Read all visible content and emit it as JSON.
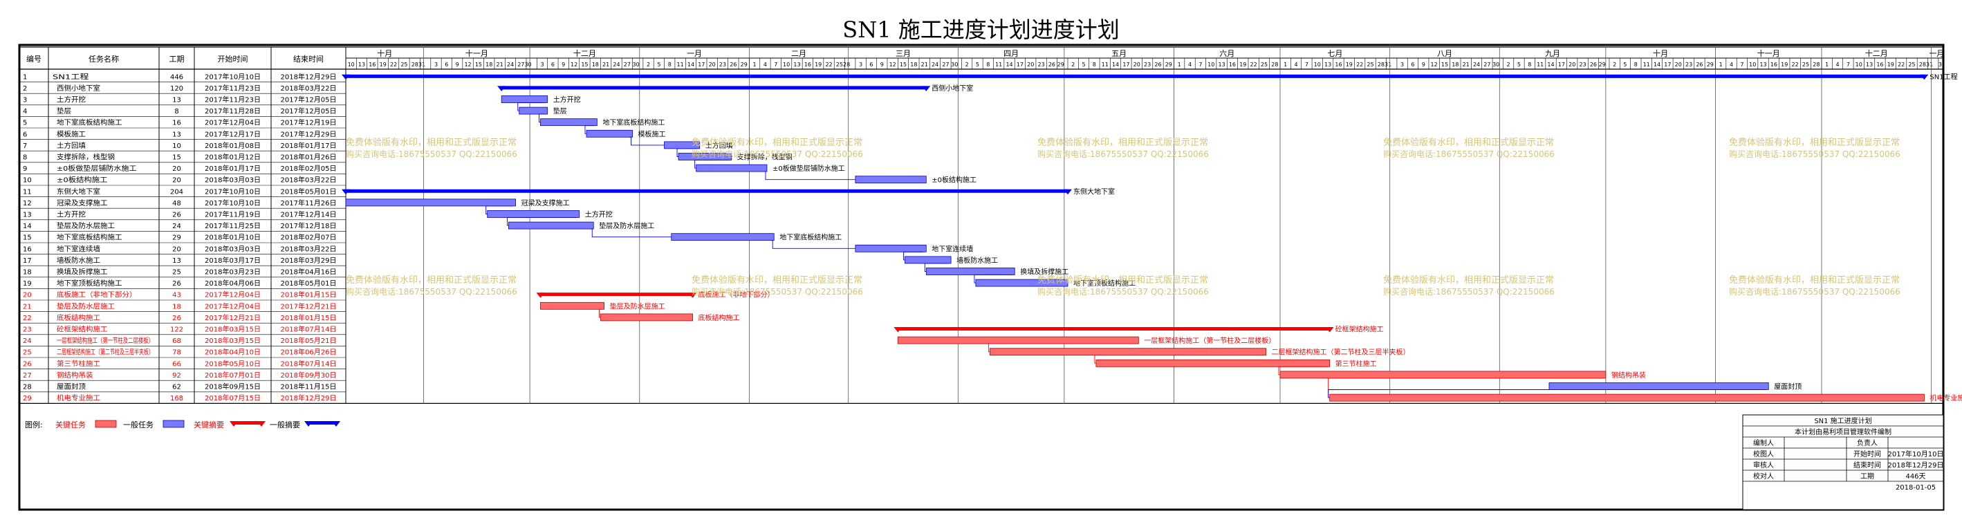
{
  "title": "SN1 施工进度计划进度计划",
  "colors": {
    "critical": "#ff6a6a",
    "normal": "#7a7aff",
    "summary": "#0000ff",
    "critical_summary": "#ff0000",
    "critical_text": "#ff0000",
    "watermark": "#d7c47a"
  },
  "table_headers": [
    "编号",
    "任务名称",
    "工期",
    "开始时间",
    "结束时间"
  ],
  "timeline": {
    "months": [
      "十月",
      "十一月",
      "十二月",
      "一月",
      "二月",
      "三月",
      "四月",
      "五月",
      "六月",
      "七月",
      "八月",
      "九月",
      "十月",
      "十一月",
      "十二月",
      "一月"
    ],
    "day_labels": [
      [
        "10",
        "13",
        "16",
        "19",
        "22",
        "25",
        "28",
        "31"
      ],
      [
        "3",
        "6",
        "9",
        "12",
        "15",
        "18",
        "21",
        "24",
        "27",
        "30"
      ],
      [
        "3",
        "6",
        "9",
        "12",
        "15",
        "18",
        "21",
        "24",
        "27",
        "30"
      ],
      [
        "2",
        "5",
        "8",
        "11",
        "14",
        "17",
        "20",
        "23",
        "26",
        "29"
      ],
      [
        "1",
        "4",
        "7",
        "10",
        "13",
        "16",
        "19",
        "22",
        "25",
        "28"
      ],
      [
        "3",
        "6",
        "9",
        "12",
        "15",
        "18",
        "21",
        "24",
        "27",
        "30"
      ],
      [
        "2",
        "5",
        "8",
        "11",
        "14",
        "17",
        "20",
        "23",
        "26",
        "29"
      ],
      [
        "2",
        "5",
        "8",
        "11",
        "14",
        "17",
        "20",
        "23",
        "26",
        "29"
      ],
      [
        "1",
        "4",
        "7",
        "10",
        "13",
        "16",
        "19",
        "22",
        "25",
        "28"
      ],
      [
        "1",
        "4",
        "7",
        "10",
        "13",
        "16",
        "19",
        "22",
        "25",
        "28",
        "31"
      ],
      [
        "3",
        "6",
        "9",
        "12",
        "15",
        "18",
        "21",
        "24",
        "27",
        "30"
      ],
      [
        "2",
        "5",
        "8",
        "11",
        "14",
        "17",
        "20",
        "23",
        "26",
        "29"
      ],
      [
        "2",
        "5",
        "8",
        "11",
        "14",
        "17",
        "20",
        "23",
        "26",
        "29"
      ],
      [
        "1",
        "4",
        "7",
        "10",
        "13",
        "16",
        "19",
        "22",
        "25",
        "28"
      ],
      [
        "1",
        "4",
        "7",
        "10",
        "13",
        "16",
        "19",
        "22",
        "25",
        "28",
        "31"
      ],
      [
        "3"
      ]
    ]
  },
  "chart_data": {
    "type": "gantt",
    "tasks": [
      {
        "id": "1",
        "name": "SN1工程",
        "duration": "446",
        "start": "2017年10月10日",
        "end": "2018年12月29日",
        "kind": "summary",
        "critical": false,
        "label": "SN1工程"
      },
      {
        "id": "2",
        "name": "西侧小地下室",
        "duration": "120",
        "start": "2017年11月23日",
        "end": "2018年03月22日",
        "kind": "summary",
        "critical": false,
        "label": "西侧小地下室"
      },
      {
        "id": "3",
        "name": "土方开挖",
        "duration": "13",
        "start": "2017年11月23日",
        "end": "2017年12月05日",
        "kind": "task",
        "critical": false,
        "label": "土方开挖"
      },
      {
        "id": "4",
        "name": "垫层",
        "duration": "8",
        "start": "2017年11月28日",
        "end": "2017年12月05日",
        "kind": "task",
        "critical": false,
        "label": "垫层"
      },
      {
        "id": "5",
        "name": "地下室底板结构施工",
        "duration": "16",
        "start": "2017年12月04日",
        "end": "2017年12月19日",
        "kind": "task",
        "critical": false,
        "label": "地下室底板结构施工"
      },
      {
        "id": "6",
        "name": "模板施工",
        "duration": "13",
        "start": "2017年12月17日",
        "end": "2017年12月29日",
        "kind": "task",
        "critical": false,
        "label": "模板施工"
      },
      {
        "id": "7",
        "name": "土方回填",
        "duration": "10",
        "start": "2018年01月08日",
        "end": "2018年01月17日",
        "kind": "task",
        "critical": false,
        "label": "土方回填"
      },
      {
        "id": "8",
        "name": "支撑拆除，栈型钢",
        "duration": "15",
        "start": "2018年01月12日",
        "end": "2018年01月26日",
        "kind": "task",
        "critical": false,
        "label": "支撑拆除，栈型钢"
      },
      {
        "id": "9",
        "name": "±0板做垫层铺防水施工",
        "duration": "20",
        "start": "2018年01月17日",
        "end": "2018年02月05日",
        "kind": "task",
        "critical": false,
        "label": "±0板做垫层铺防水施工"
      },
      {
        "id": "10",
        "name": "±0板结构施工",
        "duration": "20",
        "start": "2018年03月03日",
        "end": "2018年03月22日",
        "kind": "task",
        "critical": false,
        "label": "±0板结构施工"
      },
      {
        "id": "11",
        "name": "东侧大地下室",
        "duration": "204",
        "start": "2017年10月10日",
        "end": "2018年05月01日",
        "kind": "summary",
        "critical": false,
        "label": "东侧大地下室"
      },
      {
        "id": "12",
        "name": "冠梁及支撑施工",
        "duration": "48",
        "start": "2017年10月10日",
        "end": "2017年11月26日",
        "kind": "task",
        "critical": false,
        "label": "冠梁及支撑施工"
      },
      {
        "id": "13",
        "name": "土方开挖",
        "duration": "26",
        "start": "2017年11月19日",
        "end": "2017年12月14日",
        "kind": "task",
        "critical": false,
        "label": "土方开挖"
      },
      {
        "id": "14",
        "name": "垫层及防水层施工",
        "duration": "24",
        "start": "2017年11月25日",
        "end": "2017年12月18日",
        "kind": "task",
        "critical": false,
        "label": "垫层及防水层施工"
      },
      {
        "id": "15",
        "name": "地下室底板结构施工",
        "duration": "29",
        "start": "2018年01月10日",
        "end": "2018年02月07日",
        "kind": "task",
        "critical": false,
        "label": "地下室底板结构施工"
      },
      {
        "id": "16",
        "name": "地下室连续墙",
        "duration": "20",
        "start": "2018年03月03日",
        "end": "2018年03月22日",
        "kind": "task",
        "critical": false,
        "label": "地下室连续墙"
      },
      {
        "id": "17",
        "name": "墙板防水施工",
        "duration": "13",
        "start": "2018年03月17日",
        "end": "2018年03月29日",
        "kind": "task",
        "critical": false,
        "label": "墙板防水施工"
      },
      {
        "id": "18",
        "name": "换填及拆撑施工",
        "duration": "25",
        "start": "2018年03月23日",
        "end": "2018年04月16日",
        "kind": "task",
        "critical": false,
        "label": "换填及拆撑施工"
      },
      {
        "id": "19",
        "name": "地下室顶板结构施工",
        "duration": "26",
        "start": "2018年04月06日",
        "end": "2018年05月01日",
        "kind": "task",
        "critical": false,
        "label": "地下室顶板结构施工"
      },
      {
        "id": "20",
        "name": "底板施工（非地下部分）",
        "duration": "43",
        "start": "2017年12月04日",
        "end": "2018年01月15日",
        "kind": "summary",
        "critical": true,
        "label": "底板施工（非地下部分）"
      },
      {
        "id": "21",
        "name": "垫层及防水层施工",
        "duration": "18",
        "start": "2017年12月04日",
        "end": "2017年12月21日",
        "kind": "task",
        "critical": true,
        "label": "垫层及防水层施工"
      },
      {
        "id": "22",
        "name": "底板结构施工",
        "duration": "26",
        "start": "2017年12月21日",
        "end": "2018年01月15日",
        "kind": "task",
        "critical": true,
        "label": "底板结构施工"
      },
      {
        "id": "23",
        "name": "砼框架结构施工",
        "duration": "122",
        "start": "2018年03月15日",
        "end": "2018年07月14日",
        "kind": "summary",
        "critical": true,
        "label": "砼框架结构施工"
      },
      {
        "id": "24",
        "name": "一层框架结构施工（第一节柱及二层楼板）",
        "duration": "68",
        "start": "2018年03月15日",
        "end": "2018年05月21日",
        "kind": "task",
        "critical": true,
        "label": "一层框架结构施工（第一节柱及二层楼板）"
      },
      {
        "id": "25",
        "name": "二层框架结构施工（第二节柱及三层半夹板）",
        "duration": "78",
        "start": "2018年04月10日",
        "end": "2018年06月26日",
        "kind": "task",
        "critical": true,
        "label": "二层框架结构施工（第二节柱及三层半夹板）"
      },
      {
        "id": "26",
        "name": "第三节柱施工",
        "duration": "66",
        "start": "2018年05月10日",
        "end": "2018年07月14日",
        "kind": "task",
        "critical": true,
        "label": "第三节柱施工"
      },
      {
        "id": "27",
        "name": "钢结构吊装",
        "duration": "92",
        "start": "2018年07月01日",
        "end": "2018年09月30日",
        "kind": "task",
        "critical": true,
        "label": "钢结构吊装"
      },
      {
        "id": "28",
        "name": "屋面封顶",
        "duration": "62",
        "start": "2018年09月15日",
        "end": "2018年11月15日",
        "kind": "task",
        "critical": false,
        "label": "屋面封顶"
      },
      {
        "id": "29",
        "name": "机电专业施工",
        "duration": "168",
        "start": "2018年07月15日",
        "end": "2018年12月29日",
        "kind": "task",
        "critical": true,
        "label": "机电专业施工"
      }
    ]
  },
  "watermark": {
    "line1": "免费体验版有水印，相用和正式版显示正常",
    "line2": "购买咨询电话:18675550537 QQ:22150066"
  },
  "legend": {
    "label": "图例:",
    "items": [
      "关键任务",
      "一般任务",
      "关键摘要",
      "一般摘要"
    ]
  },
  "info_box": {
    "title": "SN1 施工进度计划",
    "subtitle": "本计划由易利项目管理软件编制",
    "rows": [
      [
        "编制人",
        "",
        "负责人",
        ""
      ],
      [
        "校图人",
        "",
        "开始时间",
        "2017年10月10日"
      ],
      [
        "审核人",
        "",
        "结束时间",
        "2018年12月29日"
      ],
      [
        "校对人",
        "",
        "工期",
        "446天"
      ]
    ],
    "date": "2018-01-05"
  }
}
